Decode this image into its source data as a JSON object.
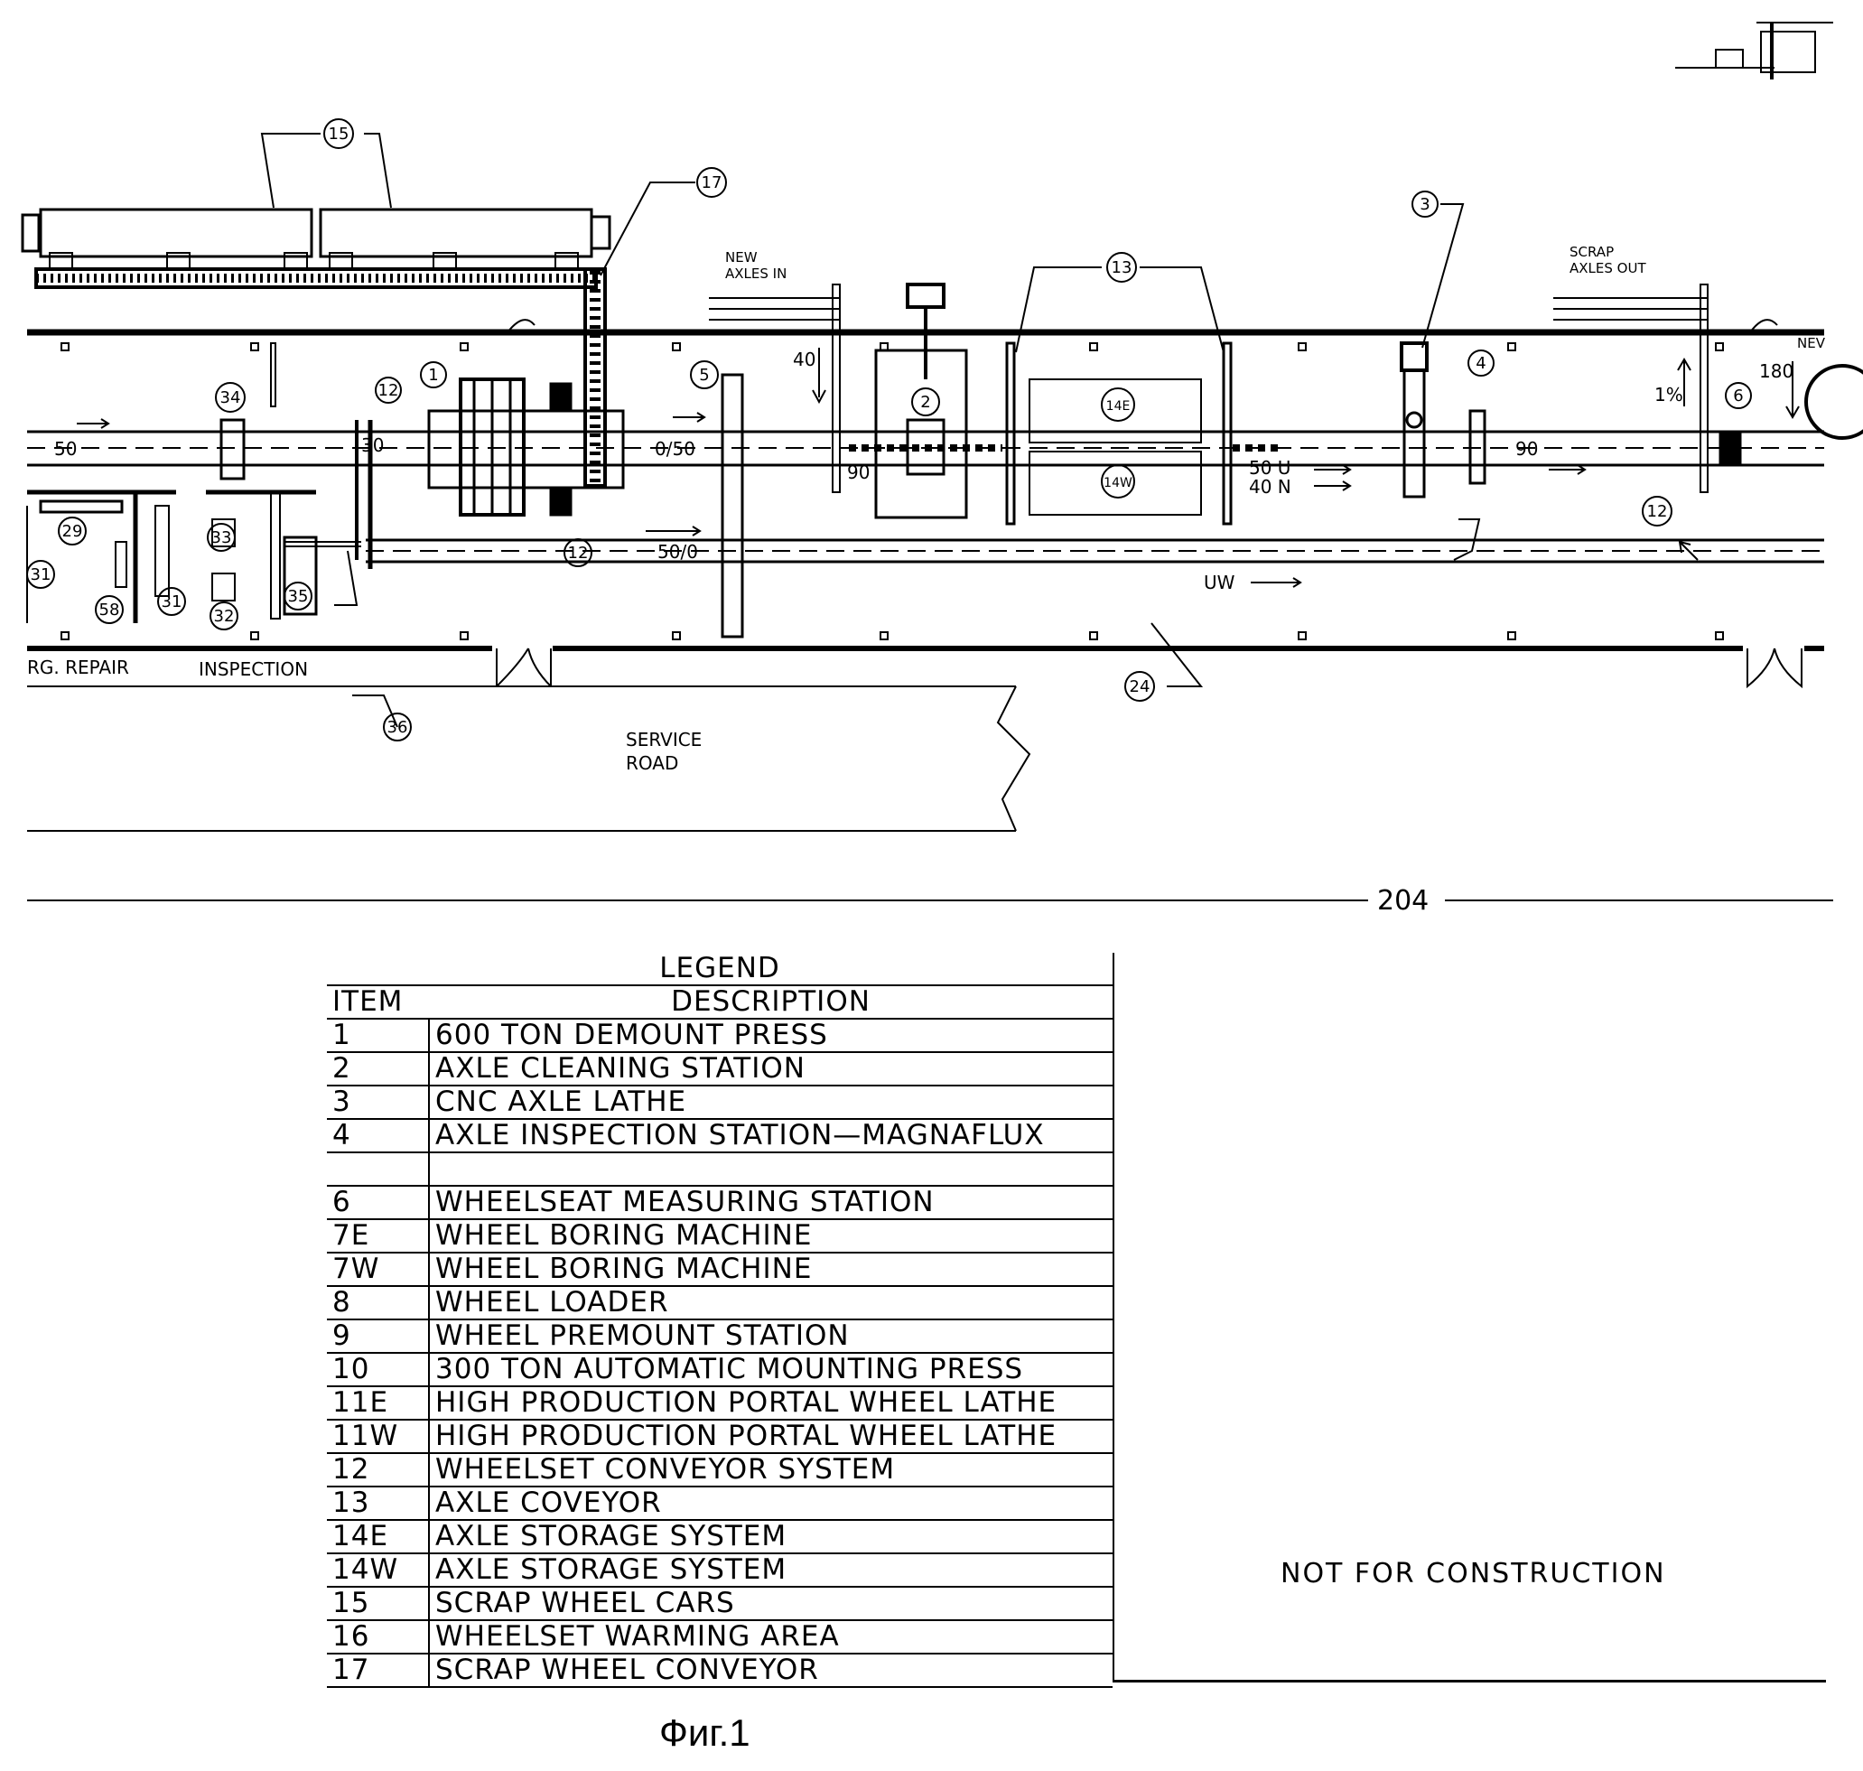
{
  "plan": {
    "balloons": [
      "15",
      "17",
      "3",
      "13",
      "1",
      "12",
      "5",
      "2",
      "4",
      "6",
      "14E",
      "14W",
      "34",
      "29",
      "33",
      "31",
      "58",
      "32",
      "35",
      "12",
      "24",
      "36"
    ],
    "labels": {
      "new_axles_in_1": "NEW",
      "new_axles_in_2": "AXLES IN",
      "scrap_axles_out_1": "SCRAP",
      "scrap_axles_out_2": "AXLES OUT",
      "new_corner": "NEV",
      "speed_50_left": "50",
      "speed_30": "30",
      "speed_0_50": "0/50",
      "speed_40": "40",
      "speed_90_a": "90",
      "speed_50u": "50 U",
      "speed_40n": "40 N",
      "speed_90_b": "90",
      "speed_180": "180",
      "slope": "1%",
      "speed_50_0": "50/0",
      "uw": "UW",
      "brg_repair": "RG. REPAIR",
      "inspection": "INSPECTION",
      "service_1": "SERVICE",
      "service_2": "ROAD",
      "dimension": "204"
    }
  },
  "legend": {
    "title": "LEGEND",
    "col_item": "ITEM",
    "col_desc": "DESCRIPTION",
    "rows": [
      {
        "item": "1",
        "desc": "600 TON DEMOUNT PRESS"
      },
      {
        "item": "2",
        "desc": "AXLE CLEANING STATION"
      },
      {
        "item": "3",
        "desc": "CNC AXLE LATHE"
      },
      {
        "item": "4",
        "desc": "AXLE INSPECTION STATION—MAGNAFLUX"
      },
      {
        "item": "",
        "desc": ""
      },
      {
        "item": "6",
        "desc": "WHEELSEAT MEASURING STATION"
      },
      {
        "item": "7E",
        "desc": "WHEEL BORING MACHINE"
      },
      {
        "item": "7W",
        "desc": "WHEEL BORING MACHINE"
      },
      {
        "item": "8",
        "desc": "WHEEL LOADER"
      },
      {
        "item": "9",
        "desc": "WHEEL PREMOUNT STATION"
      },
      {
        "item": "10",
        "desc": "300 TON AUTOMATIC MOUNTING PRESS"
      },
      {
        "item": "11E",
        "desc": "HIGH PRODUCTION PORTAL WHEEL LATHE"
      },
      {
        "item": "11W",
        "desc": "HIGH PRODUCTION PORTAL WHEEL LATHE"
      },
      {
        "item": "12",
        "desc": "WHEELSET CONVEYOR SYSTEM"
      },
      {
        "item": "13",
        "desc": "AXLE COVEYOR"
      },
      {
        "item": "14E",
        "desc": "AXLE STORAGE SYSTEM"
      },
      {
        "item": "14W",
        "desc": "AXLE STORAGE SYSTEM"
      },
      {
        "item": "15",
        "desc": "SCRAP WHEEL CARS"
      },
      {
        "item": "16",
        "desc": "WHEELSET WARMING AREA"
      },
      {
        "item": "17",
        "desc": "SCRAP WHEEL CONVEYOR"
      }
    ]
  },
  "notice": "NOT FOR CONSTRUCTION",
  "figure_caption": "Фиг.1"
}
